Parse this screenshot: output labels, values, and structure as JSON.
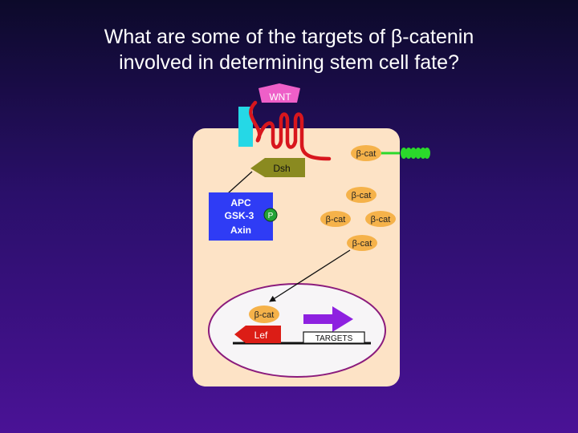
{
  "title": {
    "line1": "What are some of the targets of β-catenin",
    "line2": "involved in determining stem cell fate?"
  },
  "diagram": {
    "wnt_label": "WNT",
    "dsh_label": "Dsh",
    "complex": {
      "line1": "APC",
      "line2": "GSK-3",
      "line3": "Axin"
    },
    "phospho_label": "P",
    "bcat_label": "β-cat",
    "lef_label": "Lef",
    "targets_label": "TARGETS"
  },
  "colors": {
    "cell": "#fde3c6",
    "nucleus": "#f7f5f7",
    "wnt": "#ee5fc8",
    "receptor_red": "#d8161d",
    "receptor_cyan": "#25d8e6",
    "dsh": "#8a8a20",
    "complex": "#2f3cf5",
    "bcat": "#f5b24a",
    "lef": "#dc1d16",
    "target_arrow": "#8e21e0",
    "phospho": "#23a336",
    "cadherin_green": "#2bd92b"
  }
}
